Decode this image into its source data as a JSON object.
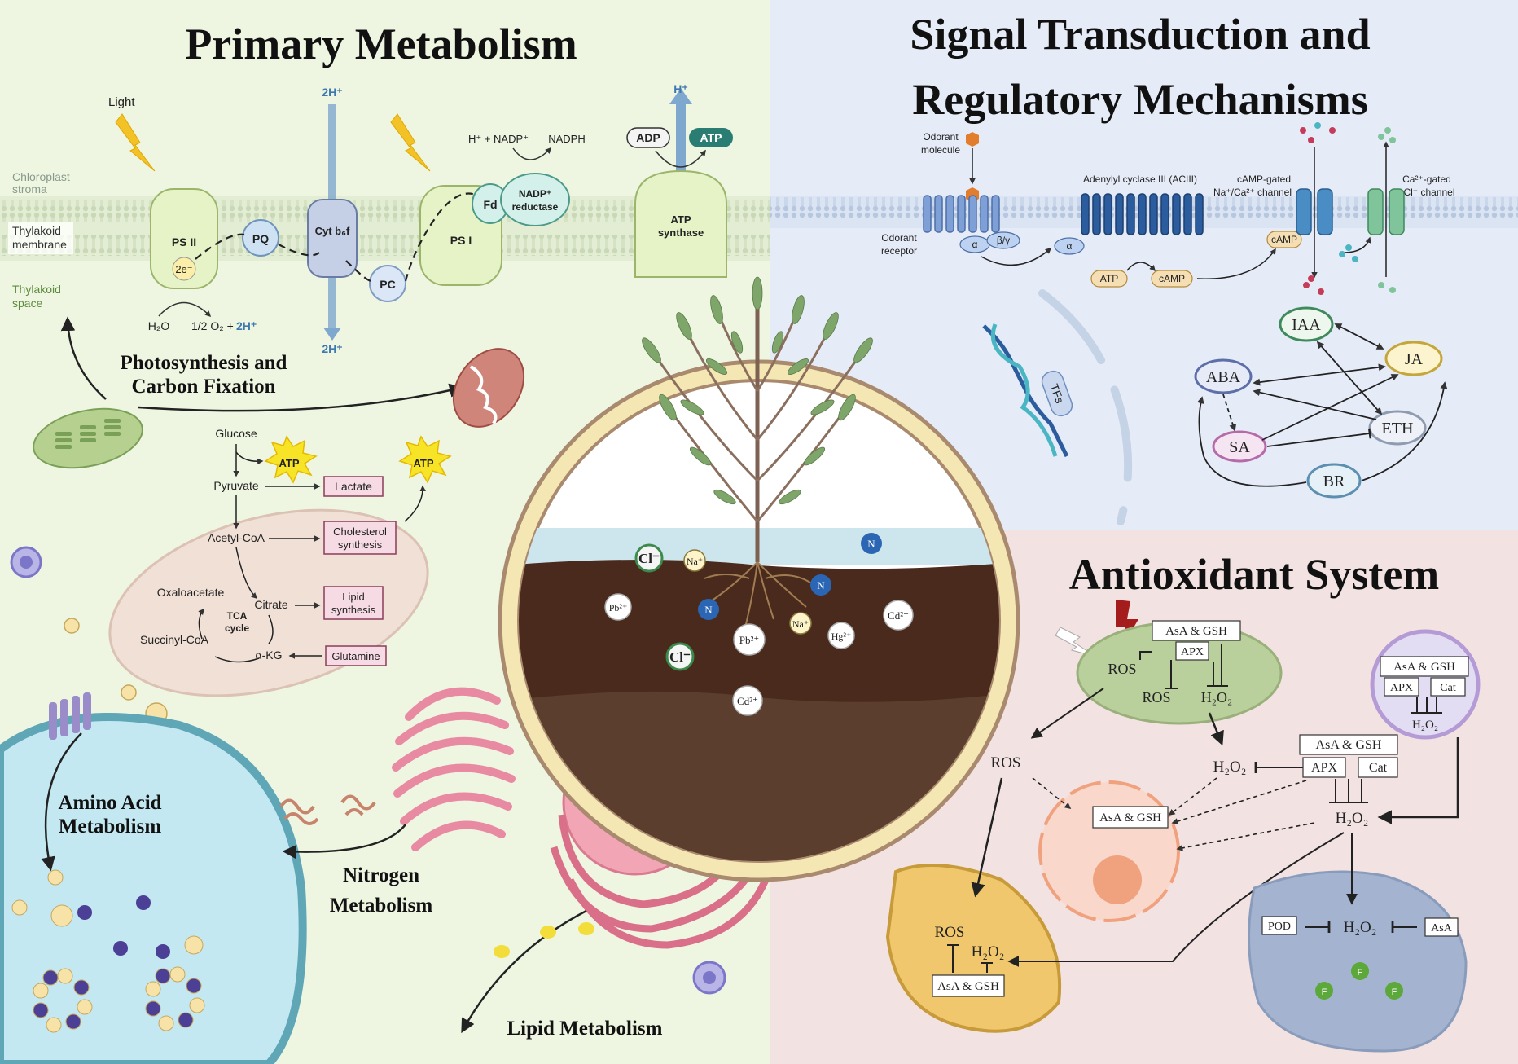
{
  "panels": {
    "primary": {
      "title": "Primary Metabolism"
    },
    "signal": {
      "title_line1": "Signal Transduction and",
      "title_line2": "Regulatory Mechanisms"
    },
    "antioxidant": {
      "title": "Antioxidant System"
    }
  },
  "photosynthesis": {
    "light_label": "Light",
    "stroma_line1": "Chloroplast",
    "stroma_line2": "stroma",
    "thylakoid_membrane_line1": "Thylakoid",
    "thylakoid_membrane_line2": "membrane",
    "thylakoid_space_line1": "Thylakoid",
    "thylakoid_space_line2": "space",
    "ps2": "PS II",
    "two_e": "2e⁻",
    "pq": "PQ",
    "cytb6f": "Cyt b₆f",
    "pc": "PC",
    "ps1": "PS I",
    "fd": "Fd",
    "nadp_reductase_line1": "NADP⁺",
    "nadp_reductase_line2": "reductase",
    "h_nadp": "H⁺ + NADP⁺",
    "nadph": "NADPH",
    "adp": "ADP",
    "atp": "ATP",
    "atp_synthase_line1": "ATP",
    "atp_synthase_line2": "synthase",
    "h_top": "H⁺",
    "twoh_top": "2H⁺",
    "twoh_bottom": "2H⁺",
    "water": "H₂O",
    "oxygen": "1/2 O₂ +",
    "oxygen_h": "2H⁺",
    "section_line1": "Photosynthesis and",
    "section_line2": "Carbon Fixation"
  },
  "glycolysis": {
    "glucose": "Glucose",
    "atp1": "ATP",
    "pyruvate": "Pyruvate",
    "lactate": "Lactate",
    "atp2": "ATP",
    "acetyl": "Acetyl-CoA",
    "cholesterol_line1": "Cholesterol",
    "cholesterol_line2": "synthesis",
    "oxaloacetate": "Oxaloacetate",
    "citrate": "Citrate",
    "tca_line1": "TCA",
    "tca_line2": "cycle",
    "lipid_line1": "Lipid",
    "lipid_line2": "synthesis",
    "succinyl": "Succinyl-CoA",
    "akg": "α-KG",
    "glutamine": "Glutamine"
  },
  "other_metabolism": {
    "amino_line1": "Amino Acid",
    "amino_line2": "Metabolism",
    "nitrogen_line1": "Nitrogen",
    "nitrogen_line2": "Metabolism",
    "lipid_metabolism": "Lipid Metabolism"
  },
  "soil": {
    "ions": [
      "Cl⁻",
      "Na⁺",
      "N",
      "N",
      "Pb²⁺",
      "N",
      "Na⁺",
      "Cd²⁺",
      "Pb²⁺",
      "Hg²⁺",
      "Cl⁻",
      "Cd²⁺"
    ]
  },
  "signal": {
    "odorant_molecule_line1": "Odorant",
    "odorant_molecule_line2": "molecule",
    "odorant_receptor_line1": "Odorant",
    "odorant_receptor_line2": "receptor",
    "alpha1": "α",
    "beta_gamma": "β/γ",
    "alpha2": "α",
    "adenylyl": "Adenylyl cyclase III (ACIII)",
    "atp": "ATP",
    "camp1": "cAMP",
    "camp2": "cAMP",
    "camp_gated_line1": "cAMP-gated",
    "camp_gated_line2": "Na⁺/Ca²⁺ channel",
    "ca_gated_line1": "Ca²⁺-gated",
    "ca_gated_line2": "Cl⁻ channel",
    "tfs": "TFs"
  },
  "hormones": {
    "iaa": "IAA",
    "ja": "JA",
    "aba": "ABA",
    "eth": "ETH",
    "sa": "SA",
    "br": "BR"
  },
  "antioxidant": {
    "chloro_asa": "AsA & GSH",
    "chloro_apx": "APX",
    "chloro_ros1": "ROS",
    "chloro_ros2": "ROS",
    "chloro_h2o2": "H₂O₂",
    "perox_asa": "AsA & GSH",
    "perox_apx": "APX",
    "perox_cat": "Cat",
    "perox_h2o2": "H₂O₂",
    "ros_free": "ROS",
    "h2o2_left": "H₂O₂",
    "cyto_asa": "AsA & GSH",
    "cyto_apx": "APX",
    "cyto_cat": "Cat",
    "h2o2_center": "H₂O₂",
    "nucleus_asa": "AsA & GSH",
    "mito_ros": "ROS",
    "mito_h2o2": "H₂O₂",
    "mito_asa": "AsA & GSH",
    "vac_pod": "POD",
    "vac_h2o2": "H₂O₂",
    "vac_asa": "AsA",
    "vac_f1": "F",
    "vac_f2": "F",
    "vac_f3": "F"
  },
  "colors": {
    "primary_bg": "#eef6e2",
    "signal_bg": "#e6ecf7",
    "antioxidant_bg": "#f3e2e2",
    "accent_blue": "#4a8cc4",
    "atp_teal": "#2a7d72",
    "circle_rim": "#f4e7b4"
  }
}
